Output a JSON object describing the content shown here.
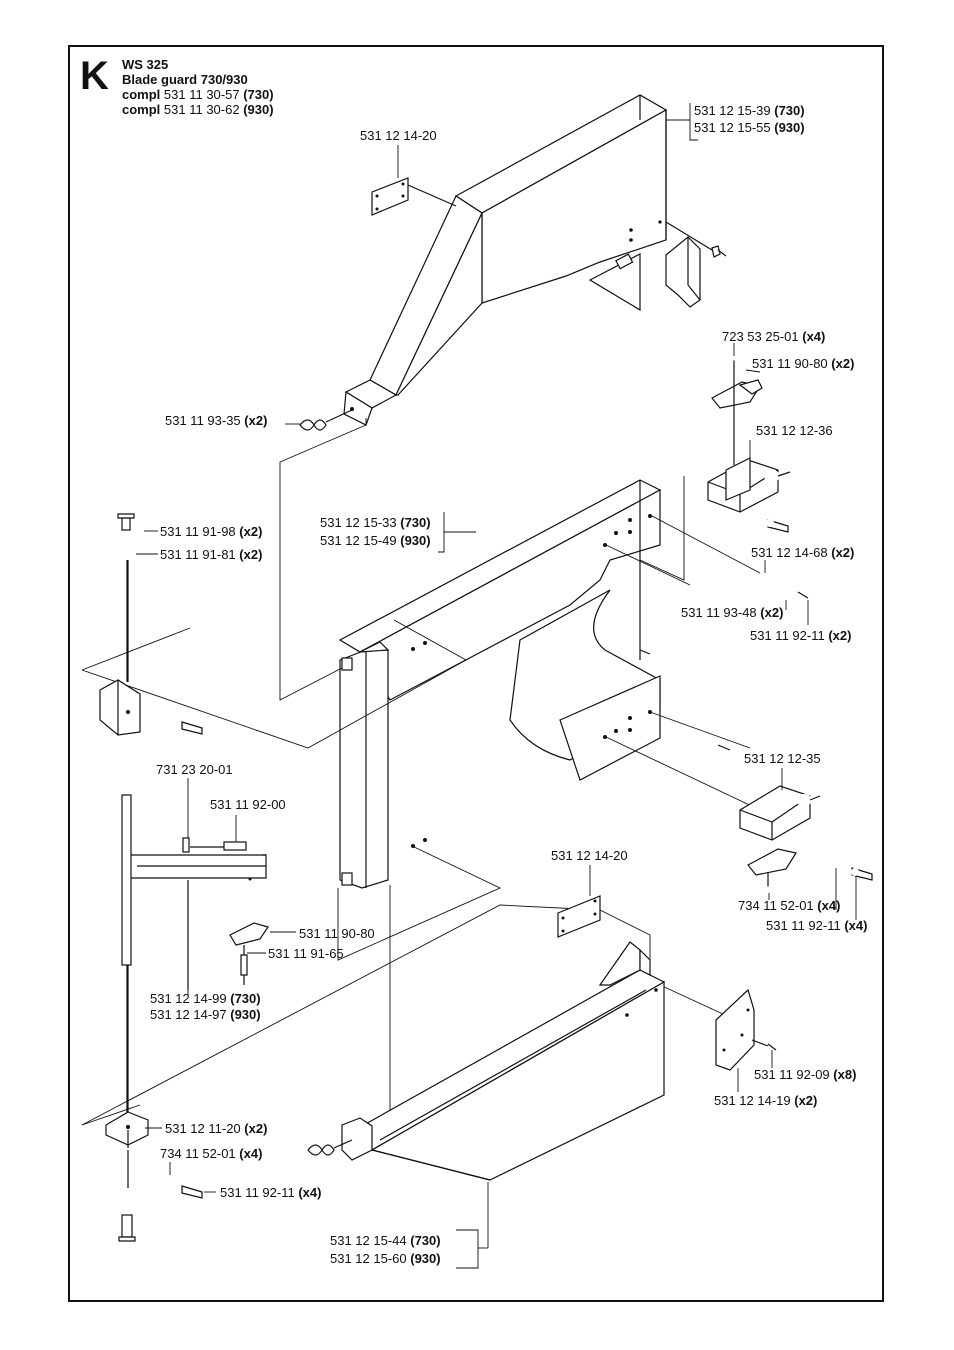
{
  "section": "K",
  "title": {
    "model": "WS 325",
    "name": "Blade guard 730/930",
    "compl_word": "compl",
    "compl_730_num": "531 11 30-57",
    "compl_730_tag": "(730)",
    "compl_930_num": "531 11 30-62",
    "compl_930_tag": "(930)"
  },
  "labels": [
    {
      "id": "l01",
      "num": "531 12 15-39",
      "qty": "(730)"
    },
    {
      "id": "l02",
      "num": "531 12 15-55",
      "qty": "(930)"
    },
    {
      "id": "l03",
      "num": "531 12 14-20",
      "qty": ""
    },
    {
      "id": "l04",
      "num": "723 53 25-01",
      "qty": "(x4)"
    },
    {
      "id": "l05",
      "num": "531 11 90-80",
      "qty": "(x2)"
    },
    {
      "id": "l06",
      "num": "531 11 93-35",
      "qty": "(x2)"
    },
    {
      "id": "l07",
      "num": "531 12 12-36",
      "qty": ""
    },
    {
      "id": "l08",
      "num": "531 11 91-98",
      "qty": "(x2)"
    },
    {
      "id": "l09",
      "num": "531 11 91-81",
      "qty": "(x2)"
    },
    {
      "id": "l10",
      "num": "531 12 15-33",
      "qty": "(730)"
    },
    {
      "id": "l11",
      "num": "531 12 15-49",
      "qty": "(930)"
    },
    {
      "id": "l12",
      "num": "531 12 14-68",
      "qty": "(x2)"
    },
    {
      "id": "l13",
      "num": "531 11 93-48",
      "qty": "(x2)"
    },
    {
      "id": "l14",
      "num": "531 11 92-11",
      "qty": "(x2)"
    },
    {
      "id": "l15",
      "num": "531 12 12-35",
      "qty": ""
    },
    {
      "id": "l16",
      "num": "731 23 20-01",
      "qty": ""
    },
    {
      "id": "l17",
      "num": "531 11 92-00",
      "qty": ""
    },
    {
      "id": "l18",
      "num": "531 12 14-20",
      "qty": ""
    },
    {
      "id": "l19",
      "num": "734 11 52-01",
      "qty": "(x4)"
    },
    {
      "id": "l20",
      "num": "531 11 92-11",
      "qty": "(x4)"
    },
    {
      "id": "l21",
      "num": "531 11 90-80",
      "qty": ""
    },
    {
      "id": "l22",
      "num": "531 11 91-65",
      "qty": ""
    },
    {
      "id": "l23",
      "num": "531 12 14-99",
      "qty": "(730)"
    },
    {
      "id": "l24",
      "num": "531 12 14-97",
      "qty": "(930)"
    },
    {
      "id": "l25",
      "num": "531 11 92-09",
      "qty": "(x8)"
    },
    {
      "id": "l26",
      "num": "531 12 14-19",
      "qty": "(x2)"
    },
    {
      "id": "l27",
      "num": "531 12 11-20",
      "qty": "(x2)"
    },
    {
      "id": "l28",
      "num": "734 11 52-01",
      "qty": "(x4)"
    },
    {
      "id": "l29",
      "num": "531 11 92-11",
      "qty": "(x4)"
    },
    {
      "id": "l30",
      "num": "531 12 15-44",
      "qty": "(730)"
    },
    {
      "id": "l31",
      "num": "531 12 15-60",
      "qty": "(930)"
    }
  ]
}
